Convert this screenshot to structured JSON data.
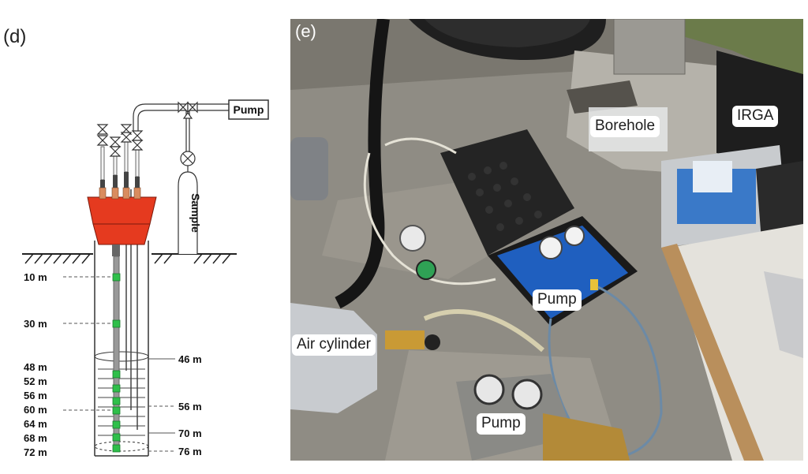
{
  "panel_d": {
    "letter": "(d)",
    "pump_label": "Pump",
    "sample_label": "Sample",
    "left_depths": [
      "10 m",
      "30 m",
      "48 m",
      "52 m",
      "56 m",
      "60 m",
      "64 m",
      "68 m",
      "72 m"
    ],
    "right_depths": [
      "46 m",
      "56 m",
      "70 m",
      "76 m"
    ]
  },
  "panel_e": {
    "letter": "(e)",
    "labels": {
      "borehole": "Borehole",
      "irga": "IRGA",
      "pump_center": "Pump",
      "air_cylinder": "Air cylinder",
      "pump_bottom": "Pump"
    }
  },
  "colors": {
    "stopper_red": "#e53a1f",
    "sensor_green": "#2fbf4a",
    "device_blue": "#1f5fbf"
  }
}
